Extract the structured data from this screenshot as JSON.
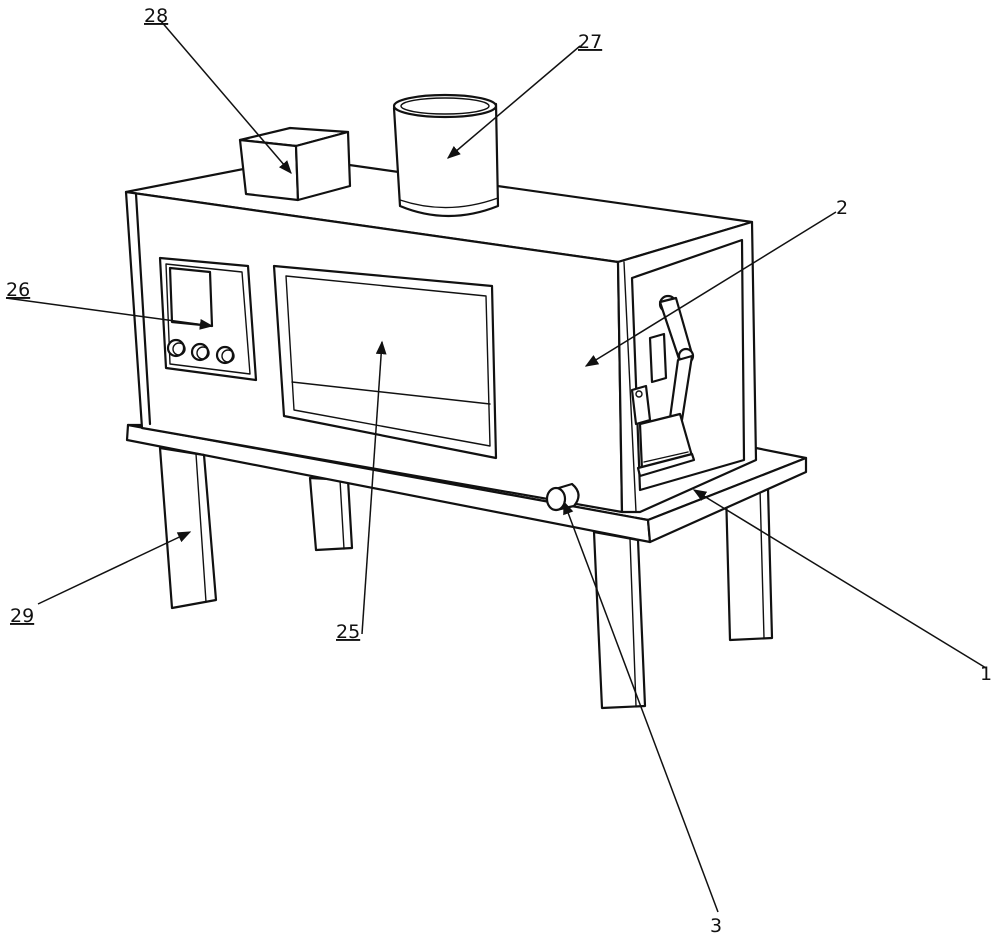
{
  "labels": {
    "l28": "28",
    "l27": "27",
    "l2": "2",
    "l26": "26",
    "l25": "25",
    "l29": "29",
    "l1": "1",
    "l3": "3"
  }
}
